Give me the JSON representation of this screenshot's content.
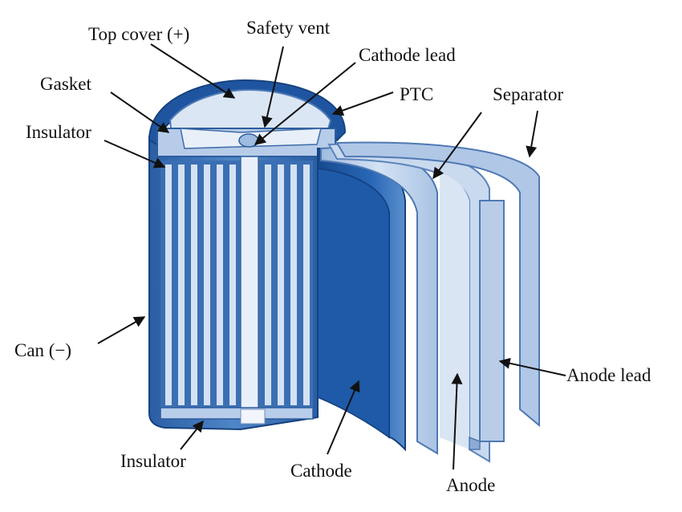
{
  "diagram": {
    "labels": {
      "top_cover": "Top cover (+)",
      "safety_vent": "Safety vent",
      "cathode_lead": "Cathode lead",
      "gasket": "Gasket",
      "ptc": "PTC",
      "separator": "Separator",
      "insulator_top": "Insulator",
      "can": "Can (−)",
      "anode_lead": "Anode lead",
      "insulator_bottom": "Insulator",
      "cathode": "Cathode",
      "anode": "Anode"
    },
    "colors": {
      "can_dark": "#1f4f93",
      "can_mid": "#3f74b5",
      "light_blue": "#c7d8ee",
      "pale": "#e4edf7",
      "cathode_blue": "#1e5aa8",
      "arrow": "#111111"
    }
  }
}
